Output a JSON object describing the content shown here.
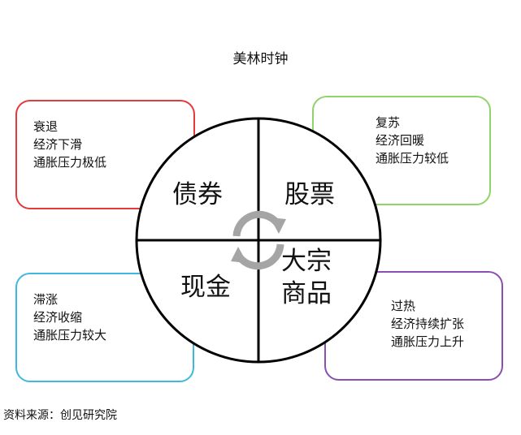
{
  "title": "美林时钟",
  "phases": {
    "recession": {
      "lines": [
        "衰退",
        "经济下滑",
        "通胀压力极低"
      ],
      "color": "#e43a3a"
    },
    "recovery": {
      "lines": [
        "复苏",
        "经济回暖",
        "通胀压力较低"
      ],
      "color": "#8fd46a"
    },
    "stagflation": {
      "lines": [
        "滞涨",
        "经济收缩",
        "通胀压力较大"
      ],
      "color": "#40b8de"
    },
    "overheat": {
      "lines": [
        "过热",
        "经济持续扩张",
        "通胀压力上升"
      ],
      "color": "#8a4fb0"
    }
  },
  "quadrants": {
    "bonds": "债券",
    "stocks": "股票",
    "cash": "现金",
    "commodities": [
      "大宗",
      "商品"
    ]
  },
  "cycle_arrow_icon": "circular-arrows-icon",
  "source": "资料来源：创见研究院"
}
